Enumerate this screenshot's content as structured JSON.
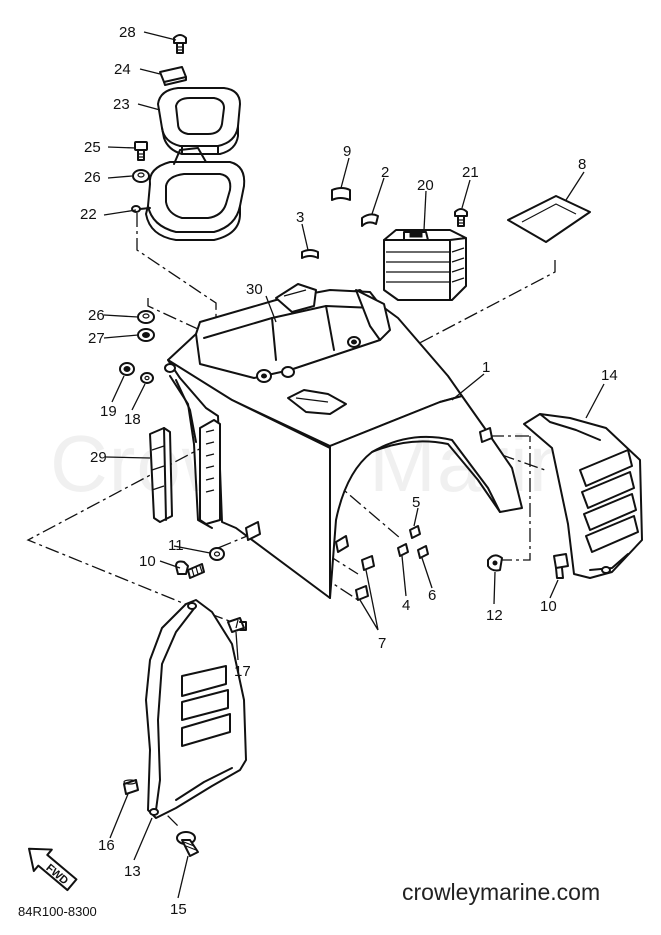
{
  "watermark": "Crowley Marine",
  "site_label": "crowleymarine.com",
  "diagram_code": "84R100-8300",
  "fwd_label": "FWD",
  "callouts": [
    {
      "id": "c28",
      "text": "28"
    },
    {
      "id": "c24",
      "text": "24"
    },
    {
      "id": "c23",
      "text": "23"
    },
    {
      "id": "c25",
      "text": "25"
    },
    {
      "id": "c26a",
      "text": "26"
    },
    {
      "id": "c22",
      "text": "22"
    },
    {
      "id": "c9",
      "text": "9"
    },
    {
      "id": "c2",
      "text": "2"
    },
    {
      "id": "c20",
      "text": "20"
    },
    {
      "id": "c21",
      "text": "21"
    },
    {
      "id": "c8",
      "text": "8"
    },
    {
      "id": "c3",
      "text": "3"
    },
    {
      "id": "c30",
      "text": "30"
    },
    {
      "id": "c26b",
      "text": "26"
    },
    {
      "id": "c27",
      "text": "27"
    },
    {
      "id": "c1",
      "text": "1"
    },
    {
      "id": "c14",
      "text": "14"
    },
    {
      "id": "c19",
      "text": "19"
    },
    {
      "id": "c18",
      "text": "18"
    },
    {
      "id": "c29",
      "text": "29"
    },
    {
      "id": "c5",
      "text": "5"
    },
    {
      "id": "c11",
      "text": "11"
    },
    {
      "id": "c10a",
      "text": "10"
    },
    {
      "id": "c4",
      "text": "4"
    },
    {
      "id": "c6",
      "text": "6"
    },
    {
      "id": "c12",
      "text": "12"
    },
    {
      "id": "c10b",
      "text": "10"
    },
    {
      "id": "c7",
      "text": "7"
    },
    {
      "id": "c17",
      "text": "17"
    },
    {
      "id": "c16",
      "text": "16"
    },
    {
      "id": "c13",
      "text": "13"
    },
    {
      "id": "c15",
      "text": "15"
    }
  ]
}
